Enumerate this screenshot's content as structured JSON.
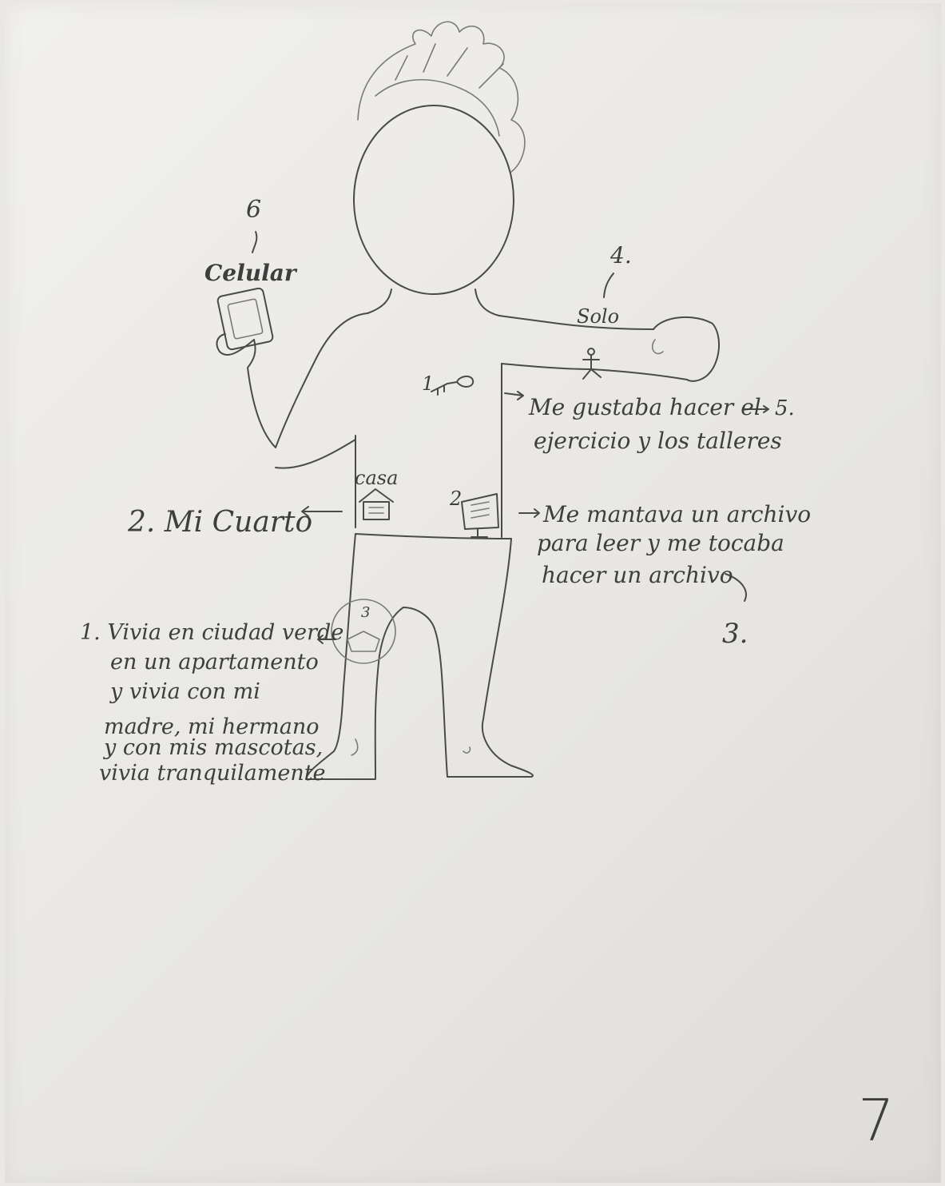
{
  "labels": {
    "num_6": "6",
    "celular": "Celular",
    "num_4": "4.",
    "solo": "Solo",
    "num_1_chest": "1",
    "num_2_screen": "2",
    "casa": "casa",
    "num_3_knee": "3",
    "page_number": "7"
  },
  "notes": {
    "exercise": {
      "line1": "Me gustaba hacer el",
      "line2": "ejercicio y los talleres",
      "ref": "5."
    },
    "archivo": {
      "line1": "Me mantava un archivo",
      "line2": "para leer y me tocaba",
      "line3": "hacer un archivo",
      "ref": "3."
    },
    "cuarto": "2. Mi Cuarto",
    "vivia": {
      "line1": "1. Vivia en ciudad verde",
      "line2": "en un apartamento",
      "line3": "y vivia con mi",
      "line4": "madre, mi hermano",
      "line5": "y con mis mascotas,",
      "line6": "vivia tranquilamente"
    }
  }
}
